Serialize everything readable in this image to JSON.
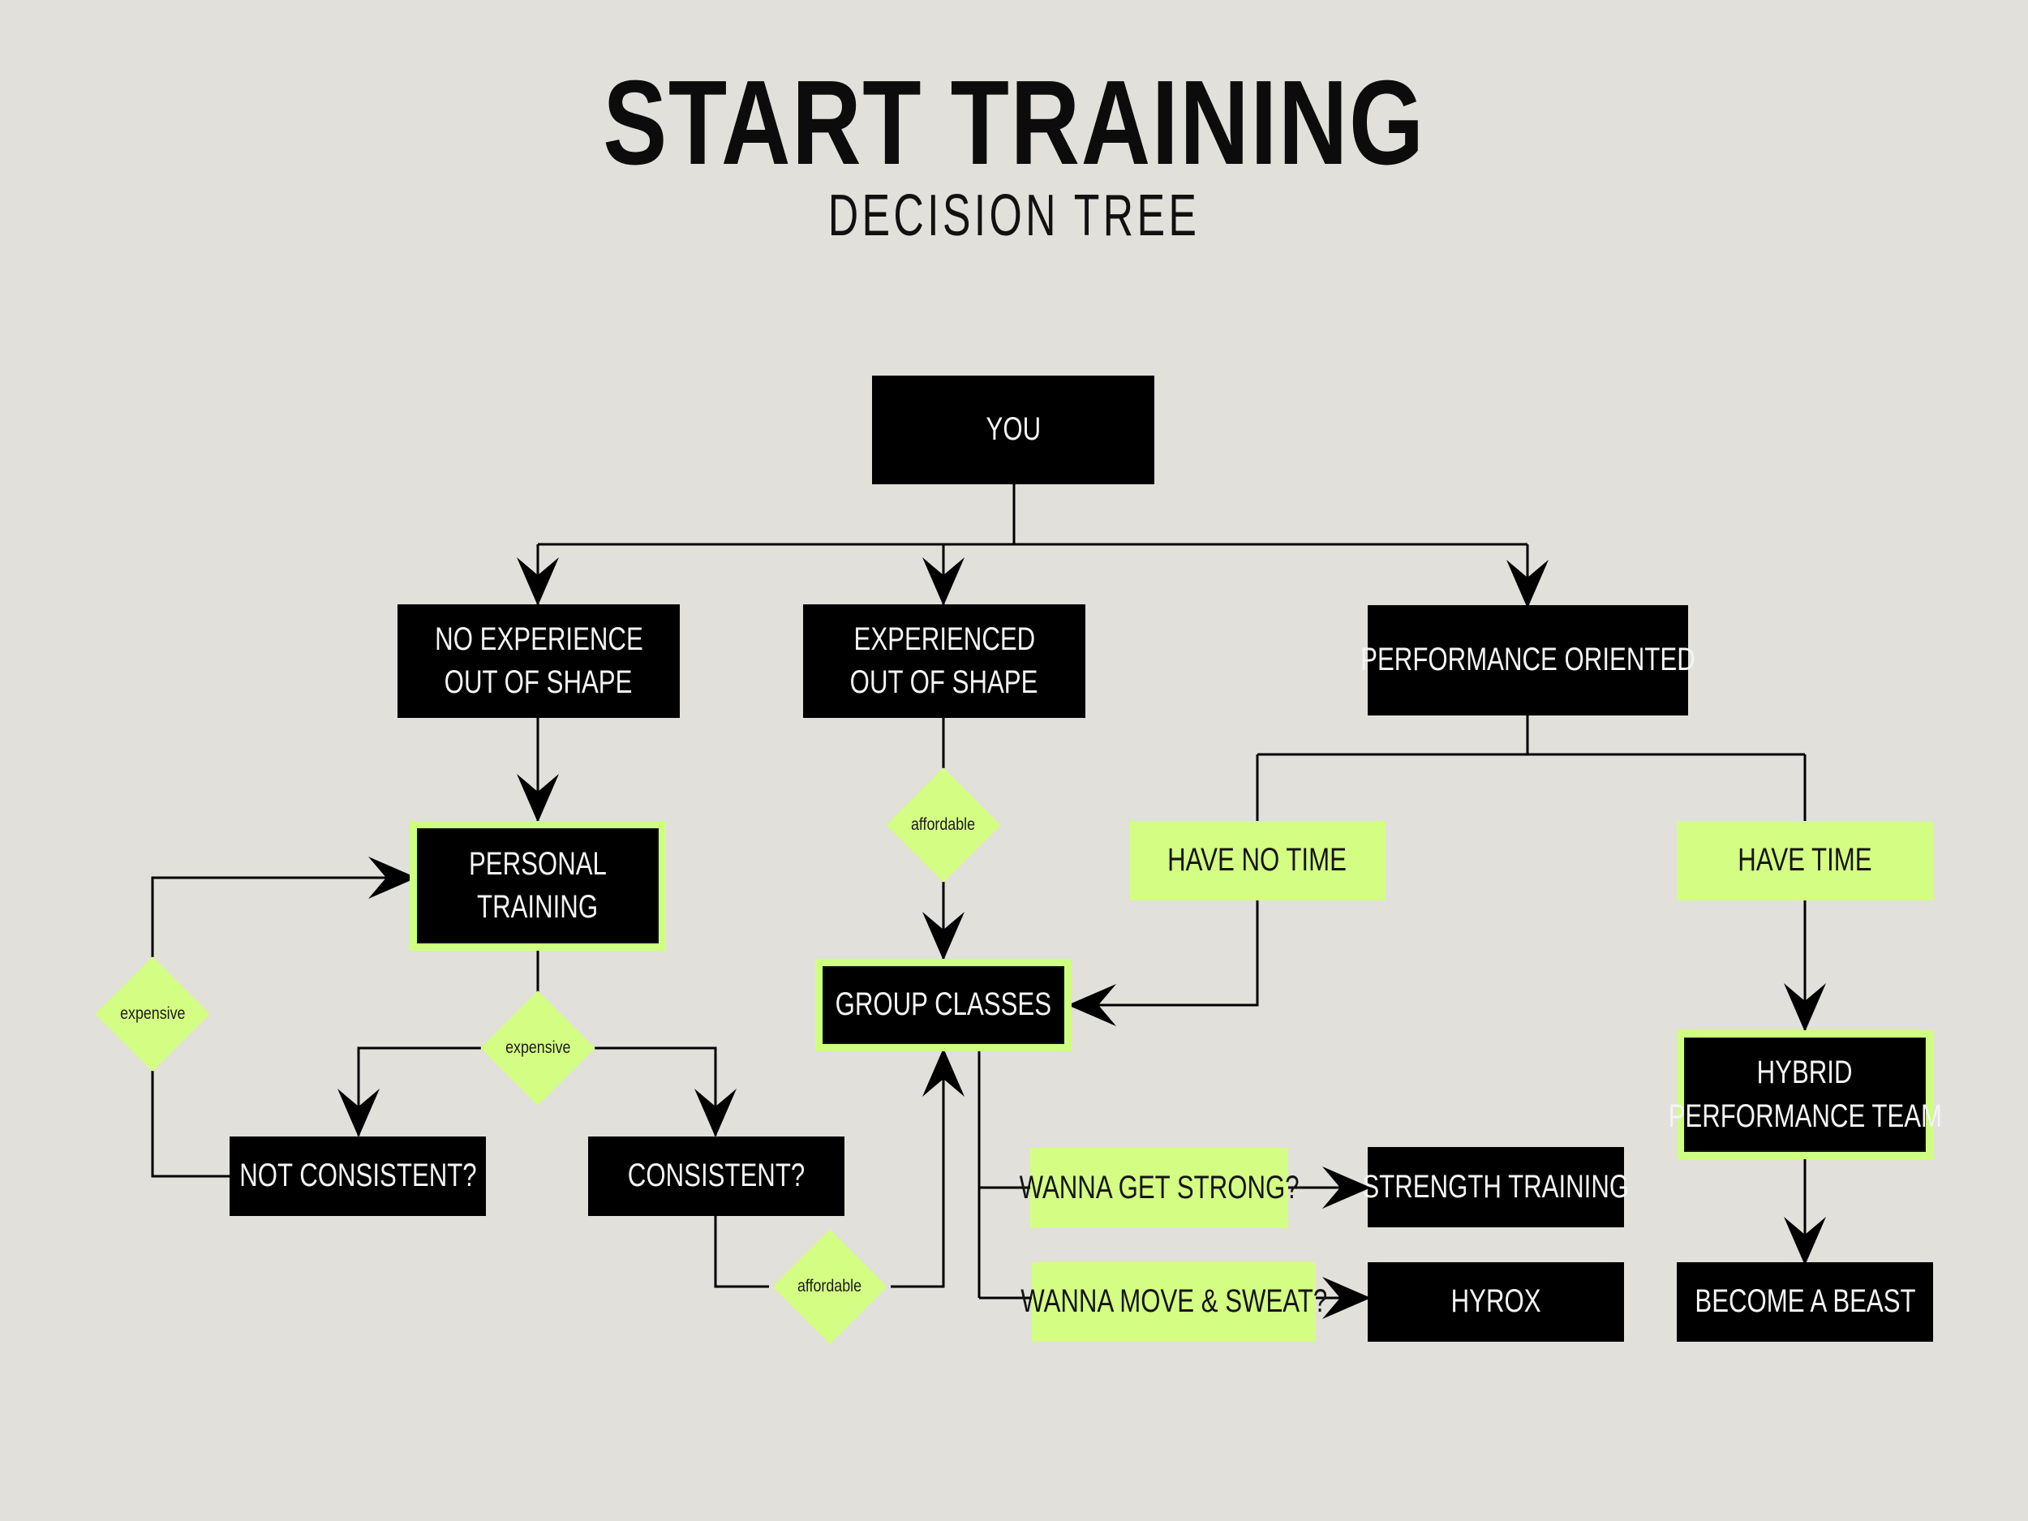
{
  "title": "START TRAINING",
  "subtitle": "DECISION TREE",
  "colors": {
    "background": "#e1e0db",
    "node_dark": "#000000",
    "node_highlight": "#d4fd84"
  },
  "nodes": {
    "you": "YOU",
    "no_experience": [
      "NO EXPERIENCE",
      "OUT OF SHAPE"
    ],
    "experienced": [
      "EXPERIENCED",
      "OUT OF SHAPE"
    ],
    "performance_oriented": "PERFORMANCE ORIENTED",
    "personal_training": [
      "PERSONAL",
      "TRAINING"
    ],
    "group_classes": "GROUP CLASSES",
    "have_no_time": "HAVE NO TIME",
    "have_time": "HAVE TIME",
    "hybrid_team": [
      "HYBRID",
      "PERFORMANCE TEAM"
    ],
    "not_consistent": "NOT CONSISTENT?",
    "consistent": "CONSISTENT?",
    "wanna_get_strong": "WANNA GET STRONG?",
    "wanna_move_sweat": "WANNA MOVE & SWEAT?",
    "strength_training": "STRENGTH TRAINING",
    "hyrox": "HYROX",
    "become_a_beast": "BECOME A BEAST"
  },
  "decisions": {
    "expensive_left": "expensive",
    "expensive_mid": "expensive",
    "affordable_top": "affordable",
    "affordable_bottom": "affordable"
  }
}
